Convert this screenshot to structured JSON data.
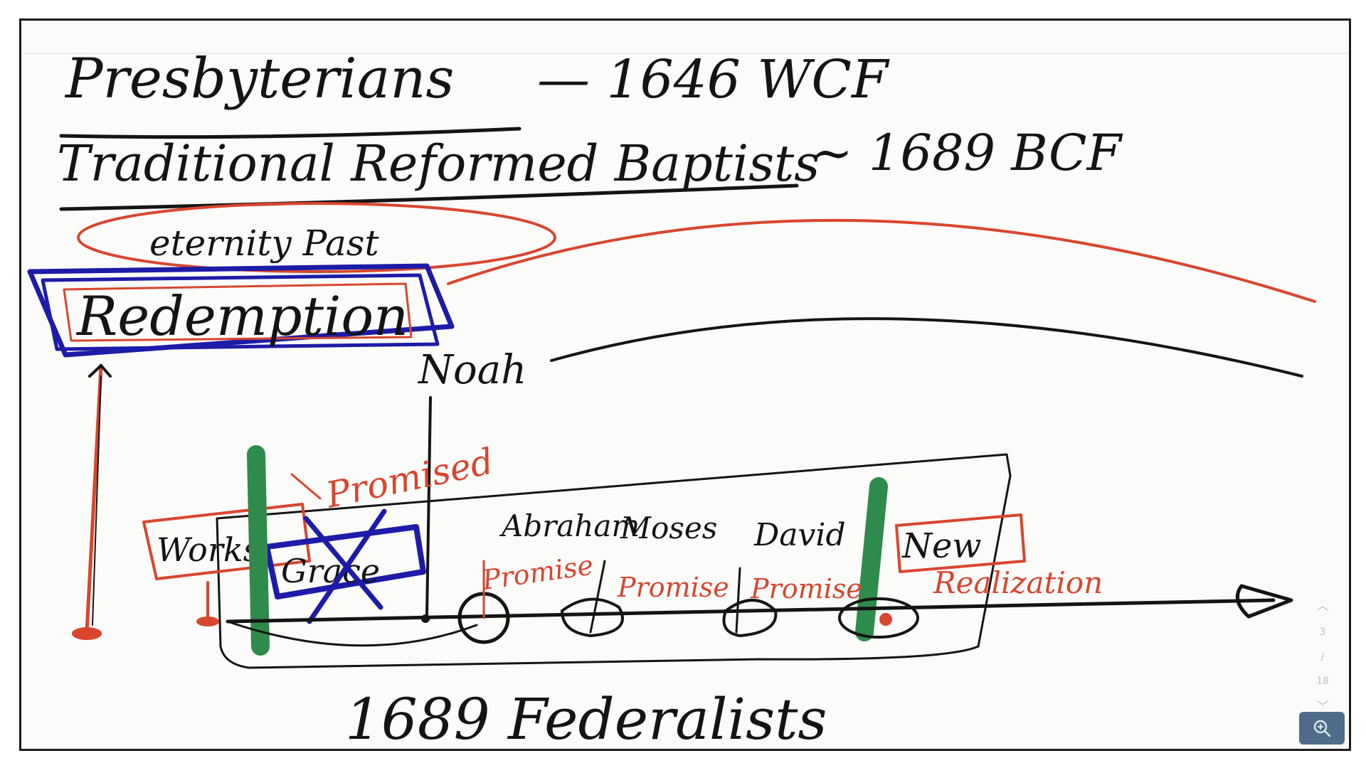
{
  "whiteboard": {
    "lines": {
      "presbyterians": "Presbyterians",
      "wcf": "— 1646 WCF",
      "traditional": "Traditional Reformed Baptists",
      "bcf": "~ 1689 BCF",
      "eternity_past": "eternity Past",
      "redemption": "Redemption",
      "noah": "Noah",
      "promised": "Promised",
      "works": "Works",
      "grace": "Grace",
      "abraham": "Abraham",
      "moses": "Moses",
      "david": "David",
      "new": "New",
      "promise_1": "Promise",
      "promise_2": "Promise",
      "promise_3": "Promise",
      "realization": "Realization",
      "federalists": "1689 Federalists"
    },
    "colors": {
      "black_ink": "#141414",
      "red_ink": "#d8462e",
      "blue_ink": "#1d1ca8",
      "green_ink": "#2e8b4c"
    }
  },
  "pager": {
    "up_icon": "chevron-up-icon",
    "current": "3",
    "separator": "/",
    "total": "18",
    "down_icon": "chevron-down-icon"
  },
  "zoom_button": {
    "icon": "zoom-in-icon"
  }
}
